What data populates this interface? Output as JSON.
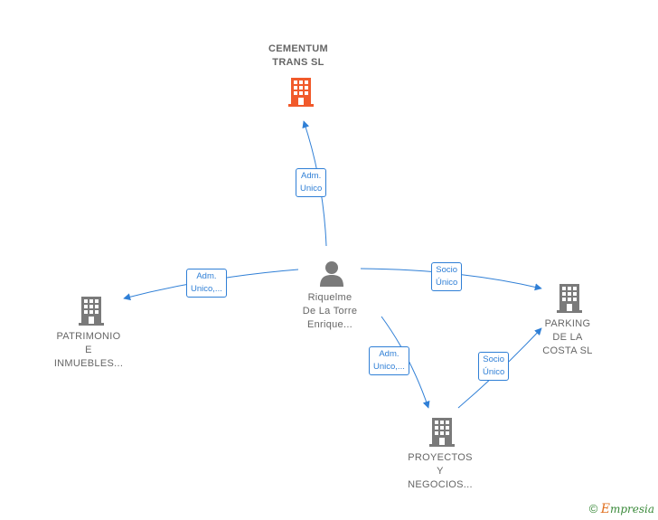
{
  "colors": {
    "edge": "#2f7fd6",
    "node_company": "#7a7a7a",
    "node_main": "#f15a2b",
    "node_person": "#7a7a7a"
  },
  "nodes": {
    "cementum": {
      "lines": [
        "CEMENTUM",
        "TRANS  SL"
      ],
      "icon": "building-icon"
    },
    "riquelme": {
      "lines": [
        "Riquelme",
        "De La Torre",
        "Enrique..."
      ],
      "icon": "person-icon"
    },
    "patrimonio": {
      "lines": [
        "PATRIMONIO",
        "E",
        "INMUEBLES..."
      ],
      "icon": "building-icon"
    },
    "parking": {
      "lines": [
        "PARKING",
        "DE LA",
        "COSTA  SL"
      ],
      "icon": "building-icon"
    },
    "proyectos": {
      "lines": [
        "PROYECTOS",
        "Y",
        "NEGOCIOS..."
      ],
      "icon": "building-icon"
    }
  },
  "edges": {
    "to_cementum": {
      "lines": [
        "Adm.",
        "Unico"
      ]
    },
    "to_patrimonio": {
      "lines": [
        "Adm.",
        "Unico,..."
      ]
    },
    "to_parking": {
      "lines": [
        "Socio",
        "Único"
      ]
    },
    "to_proyectos": {
      "lines": [
        "Adm.",
        "Unico,..."
      ]
    },
    "proyectos_to_parking": {
      "lines": [
        "Socio",
        "Único"
      ]
    }
  },
  "footer": {
    "copyright_symbol": "©",
    "brand_initial": "E",
    "brand_rest": "mpresia"
  }
}
